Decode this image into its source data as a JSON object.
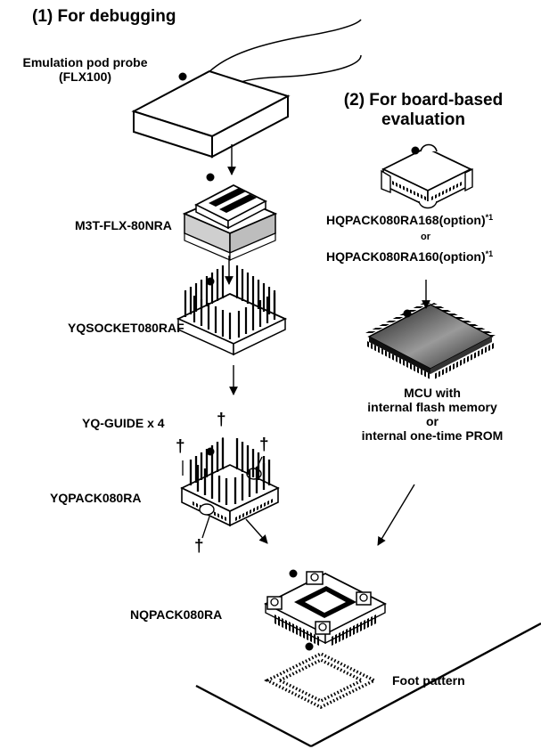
{
  "section_debug_title": "(1) For debugging",
  "section_board_title_line1": "(2) For board-based",
  "section_board_title_line2": "evaluation",
  "pod_probe_label_line1": "Emulation pod probe",
  "pod_probe_label_line2": "(FLX100)",
  "flx_label": "M3T-FLX-80NRA",
  "yqsocket_label": "YQSOCKET080RAF",
  "yqguide_label": "YQ-GUIDE x 4",
  "yqpack_label": "YQPACK080RA",
  "hqpack168_label": "HQPACK080RA168(option)",
  "hqpack160_label": "HQPACK080RA160(option)",
  "footnote_mark": "*1",
  "or_label": "or",
  "mcu_label_line1": "MCU with",
  "mcu_label_line2": "internal flash memory",
  "mcu_label_line3": "or",
  "mcu_label_line4": "internal one-time PROM",
  "nqpack_label": "NQPACK080RA",
  "foot_pattern_label": "Foot pattern",
  "dagger_symbol": "†",
  "colors": {
    "ink": "#000000",
    "paper": "#ffffff",
    "shade": "#cfcfcf"
  }
}
